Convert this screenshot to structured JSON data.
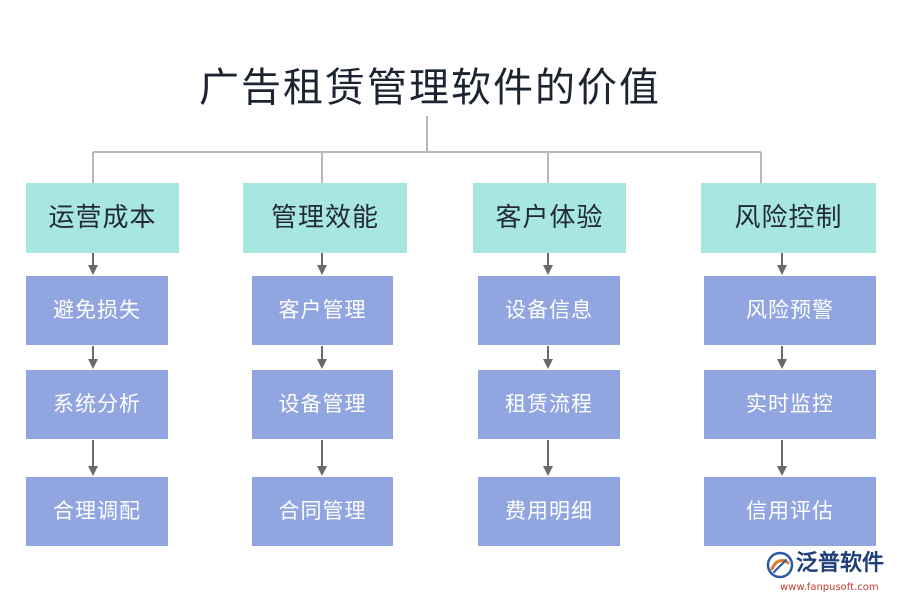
{
  "title": "广告租赁管理软件的价值",
  "columns": [
    {
      "header": "运营成本",
      "items": [
        "避免损失",
        "系统分析",
        "合理调配"
      ]
    },
    {
      "header": "管理效能",
      "items": [
        "客户管理",
        "设备管理",
        "合同管理"
      ]
    },
    {
      "header": "客户体验",
      "items": [
        "设备信息",
        "租赁流程",
        "费用明细"
      ]
    },
    {
      "header": "风险控制",
      "items": [
        "风险预警",
        "实时监控",
        "信用评估"
      ]
    }
  ],
  "logo": {
    "name": "泛普软件",
    "url": "www.fanpusoft.com",
    "icon": "fanpu-logo-icon"
  },
  "colors": {
    "header_bg": "#a8e6e0",
    "item_bg": "#91a6e0",
    "connector": "#b8b8b8",
    "arrow": "#6a6a6a"
  }
}
